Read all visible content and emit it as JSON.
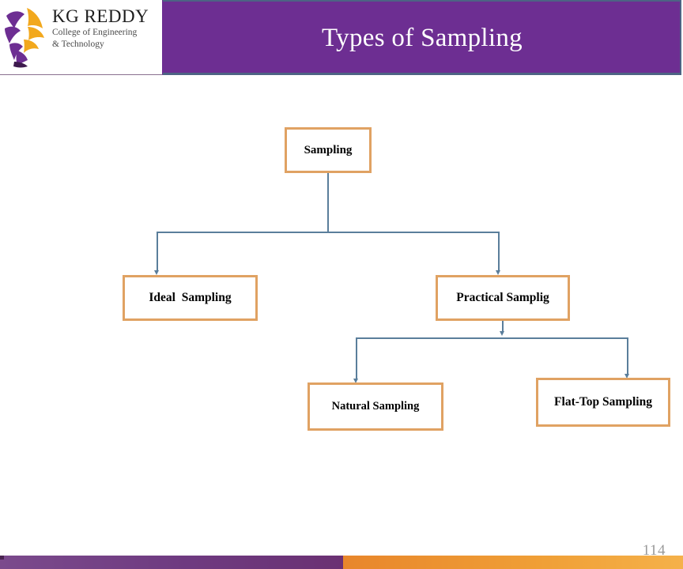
{
  "slide": {
    "title": "Types of Sampling",
    "page_number": "114",
    "accent_purple": "#6D2E92",
    "accent_orange": "#E0A263",
    "connector_color": "#5A7E9B",
    "footer_purple": "#6E3A80",
    "footer_orange": "#F0A037"
  },
  "logo": {
    "name": "KG REDDY",
    "sub_line1": "College of Engineering",
    "sub_line2": "& Technology",
    "mark": "eagle-logo-icon"
  },
  "diagram": {
    "type": "tree",
    "nodes": [
      {
        "id": "sampling",
        "label": "Sampling",
        "level": 0
      },
      {
        "id": "ideal",
        "label": "Ideal  Sampling",
        "level": 1
      },
      {
        "id": "practical",
        "label": "Practical Samplig",
        "level": 1
      },
      {
        "id": "natural",
        "label": "Natural Sampling",
        "level": 2
      },
      {
        "id": "flattop",
        "label": "Flat-Top Sampling",
        "level": 2
      }
    ],
    "edges": [
      {
        "from": "sampling",
        "to": "ideal"
      },
      {
        "from": "sampling",
        "to": "practical"
      },
      {
        "from": "practical",
        "to": "natural"
      },
      {
        "from": "practical",
        "to": "flattop"
      }
    ]
  }
}
